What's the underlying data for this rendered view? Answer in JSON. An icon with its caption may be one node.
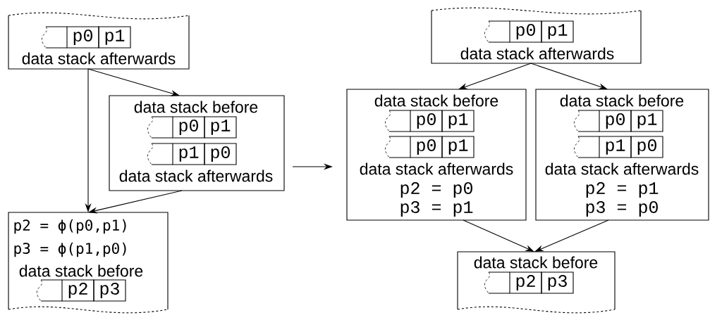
{
  "diagram": {
    "nodes": [
      {
        "text": [
          "data stack afterwards"
        ]
      },
      {
        "text": [
          "p0"
        ],
        "in": 0
      },
      {
        "text": [
          "p1"
        ],
        "in": 0
      },
      {
        "text": [
          "data stack before",
          "data stack afterwards"
        ]
      },
      {
        "text": [
          "p0"
        ],
        "in": 3
      },
      {
        "text": [
          "p1"
        ],
        "in": 3
      },
      {
        "text": [
          "p1"
        ],
        "in": 3
      },
      {
        "text": [
          "p0"
        ],
        "in": 3
      },
      {
        "text": [
          "p2 = ϕ(p0,p1)",
          "p3 = ϕ(p1,p0)",
          "data stack before"
        ]
      },
      {
        "text": [
          "p2"
        ],
        "in": 8
      },
      {
        "text": [
          "p3"
        ],
        "in": 8
      },
      {
        "text": [
          "data stack afterwards"
        ]
      },
      {
        "text": [
          "p0"
        ],
        "in": 11
      },
      {
        "text": [
          "p1"
        ],
        "in": 11
      },
      {
        "text": [
          "data stack before",
          "data stack afterwards",
          "p2 = p0",
          "p3 = p1"
        ]
      },
      {
        "text": [
          "p0"
        ],
        "in": 14
      },
      {
        "text": [
          "p1"
        ],
        "in": 14
      },
      {
        "text": [
          "p0"
        ],
        "in": 14
      },
      {
        "text": [
          "p1"
        ],
        "in": 14
      },
      {
        "text": [
          "data stack before",
          "data stack afterwards",
          "p2 = p1",
          "p3 = p0"
        ]
      },
      {
        "text": [
          "p0"
        ],
        "in": 19
      },
      {
        "text": [
          "p1"
        ],
        "in": 19
      },
      {
        "text": [
          "p1"
        ],
        "in": 19
      },
      {
        "text": [
          "p0"
        ],
        "in": 19
      },
      {
        "text": [
          "data stack before"
        ]
      },
      {
        "text": [
          "p2"
        ],
        "in": 24
      },
      {
        "text": [
          "p3"
        ],
        "in": 24
      }
    ],
    "edges": [
      {
        "from": 0,
        "to": 3,
        "arrow": "to"
      },
      {
        "from": 0,
        "to": 8,
        "arrow": "to"
      },
      {
        "from": 3,
        "to": 8,
        "arrow": "to"
      },
      {
        "from": 11,
        "to": 14,
        "arrow": "to"
      },
      {
        "from": 11,
        "to": 19,
        "arrow": "to"
      },
      {
        "from": 14,
        "to": 24,
        "arrow": "to"
      },
      {
        "from": 19,
        "to": 24,
        "arrow": "to"
      }
    ]
  }
}
